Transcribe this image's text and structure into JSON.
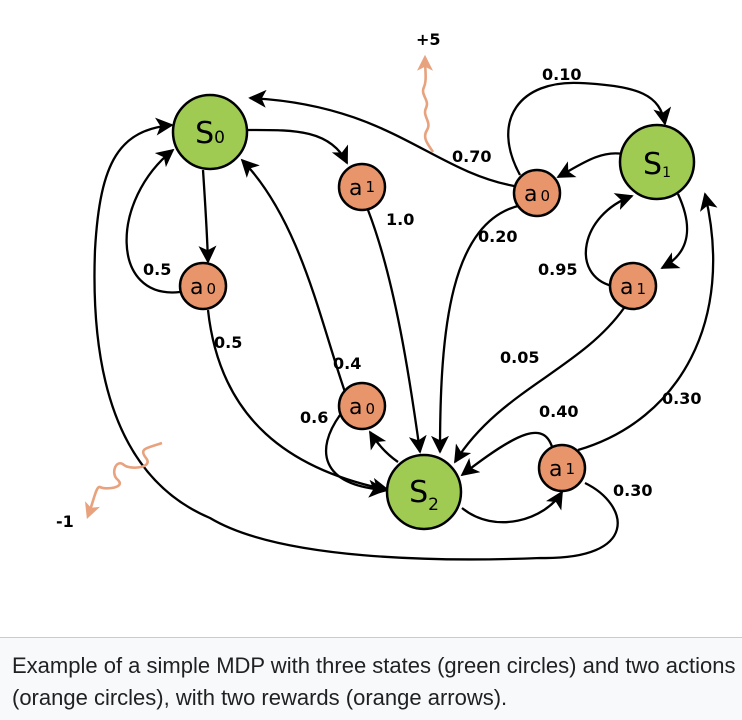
{
  "colors": {
    "state_fill": "#9fcb53",
    "action_fill": "#e8956b",
    "reward_arrow": "#e8a27e",
    "node_stroke": "#000000"
  },
  "states": {
    "s0": {
      "letter": "S",
      "sub": "0"
    },
    "s1": {
      "letter": "S",
      "sub": "1"
    },
    "s2": {
      "letter": "S",
      "sub": "2"
    }
  },
  "actions": {
    "s0_a0": {
      "letter": "a",
      "sub": "0"
    },
    "s0_a1": {
      "letter": "a",
      "sub": "1"
    },
    "s1_a0": {
      "letter": "a",
      "sub": "0"
    },
    "s1_a1": {
      "letter": "a",
      "sub": "1"
    },
    "s2_a0": {
      "letter": "a",
      "sub": "0"
    },
    "s2_a1": {
      "letter": "a",
      "sub": "1"
    }
  },
  "edge_labels": {
    "s1a0_s0": "0.70",
    "s1a0_s1": "0.10",
    "s1a0_s2": "0.20",
    "s1a1_s1": "0.95",
    "s1a1_s2": "0.05",
    "s0a0_s0": "0.5",
    "s0a0_s2": "0.5",
    "s0a1_s2": "1.0",
    "s2a0_s0": "0.4",
    "s2a0_s2": "0.6",
    "s2a1_s1": "0.30",
    "s2a1_s2": "0.40",
    "s2a1_s0": "0.30"
  },
  "rewards": {
    "positive": "+5",
    "negative": "-1"
  },
  "caption": "Example of a simple MDP with three states (green circles) and two actions (orange circles), with two rewards (orange arrows)."
}
